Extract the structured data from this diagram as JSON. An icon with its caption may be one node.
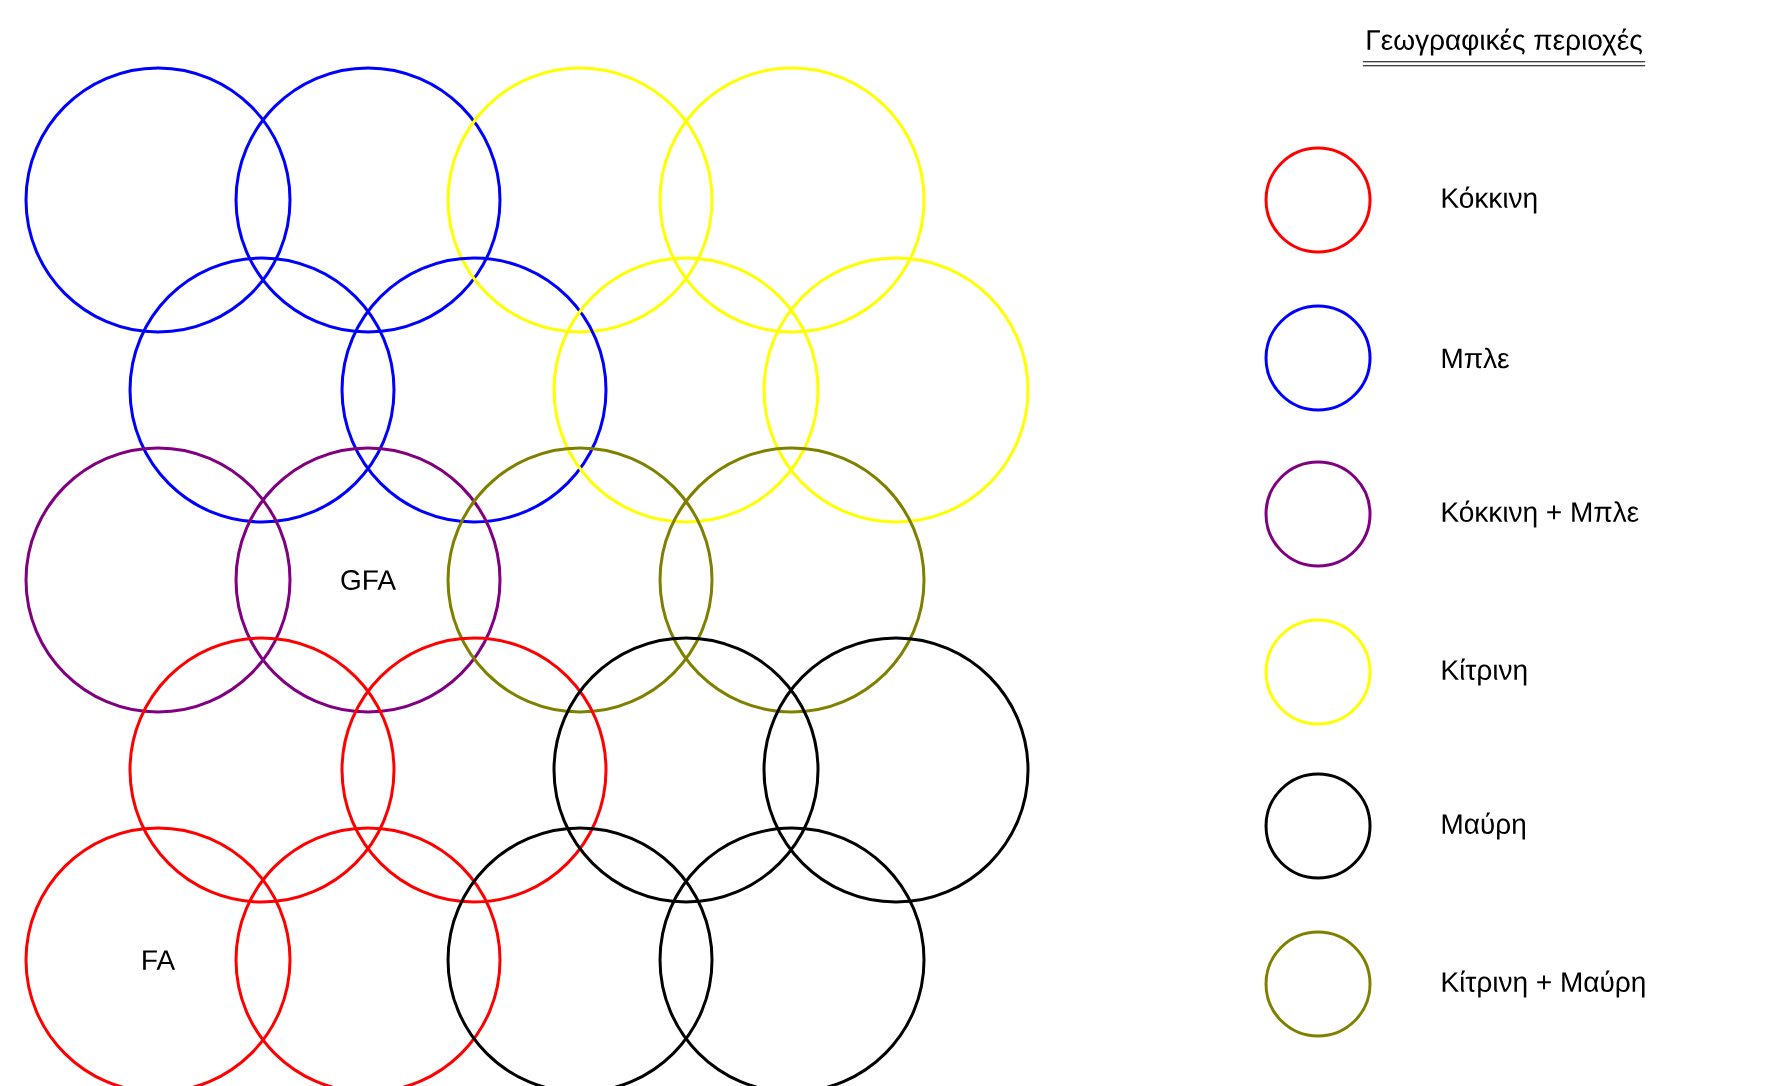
{
  "diagram": {
    "title": "Γεωγραφικές περιοχές",
    "nodes": [
      {
        "text": [],
        "shape": "circle"
      },
      {
        "text": [],
        "shape": "circle"
      },
      {
        "text": [],
        "shape": "circle"
      },
      {
        "text": [],
        "shape": "circle"
      },
      {
        "text": [],
        "shape": "circle"
      },
      {
        "text": [],
        "shape": "circle"
      },
      {
        "text": [],
        "shape": "circle"
      },
      {
        "text": [],
        "shape": "circle"
      },
      {
        "text": [],
        "shape": "circle"
      },
      {
        "text": [
          "GFA"
        ]
      },
      {
        "text": [],
        "shape": "circle"
      },
      {
        "text": [],
        "shape": "circle"
      },
      {
        "text": [],
        "shape": "circle"
      },
      {
        "text": [],
        "shape": "circle"
      },
      {
        "text": [],
        "shape": "circle"
      },
      {
        "text": [],
        "shape": "circle"
      },
      {
        "text": [
          "FA"
        ]
      },
      {
        "text": [],
        "shape": "circle"
      },
      {
        "text": [],
        "shape": "circle"
      },
      {
        "text": [],
        "shape": "circle"
      }
    ],
    "legend": [
      {
        "text": "Κόκκινη",
        "color": "#ff0000"
      },
      {
        "text": "Μπλε",
        "color": "#0000ff"
      },
      {
        "text": "Κόκκινη + Μπλε",
        "color": "#800080"
      },
      {
        "text": "Κίτρινη",
        "color": "#ffff00"
      },
      {
        "text": "Μαύρη",
        "color": "#000000"
      },
      {
        "text": "Κίτρινη + Μαύρη",
        "color": "#808000"
      }
    ]
  }
}
